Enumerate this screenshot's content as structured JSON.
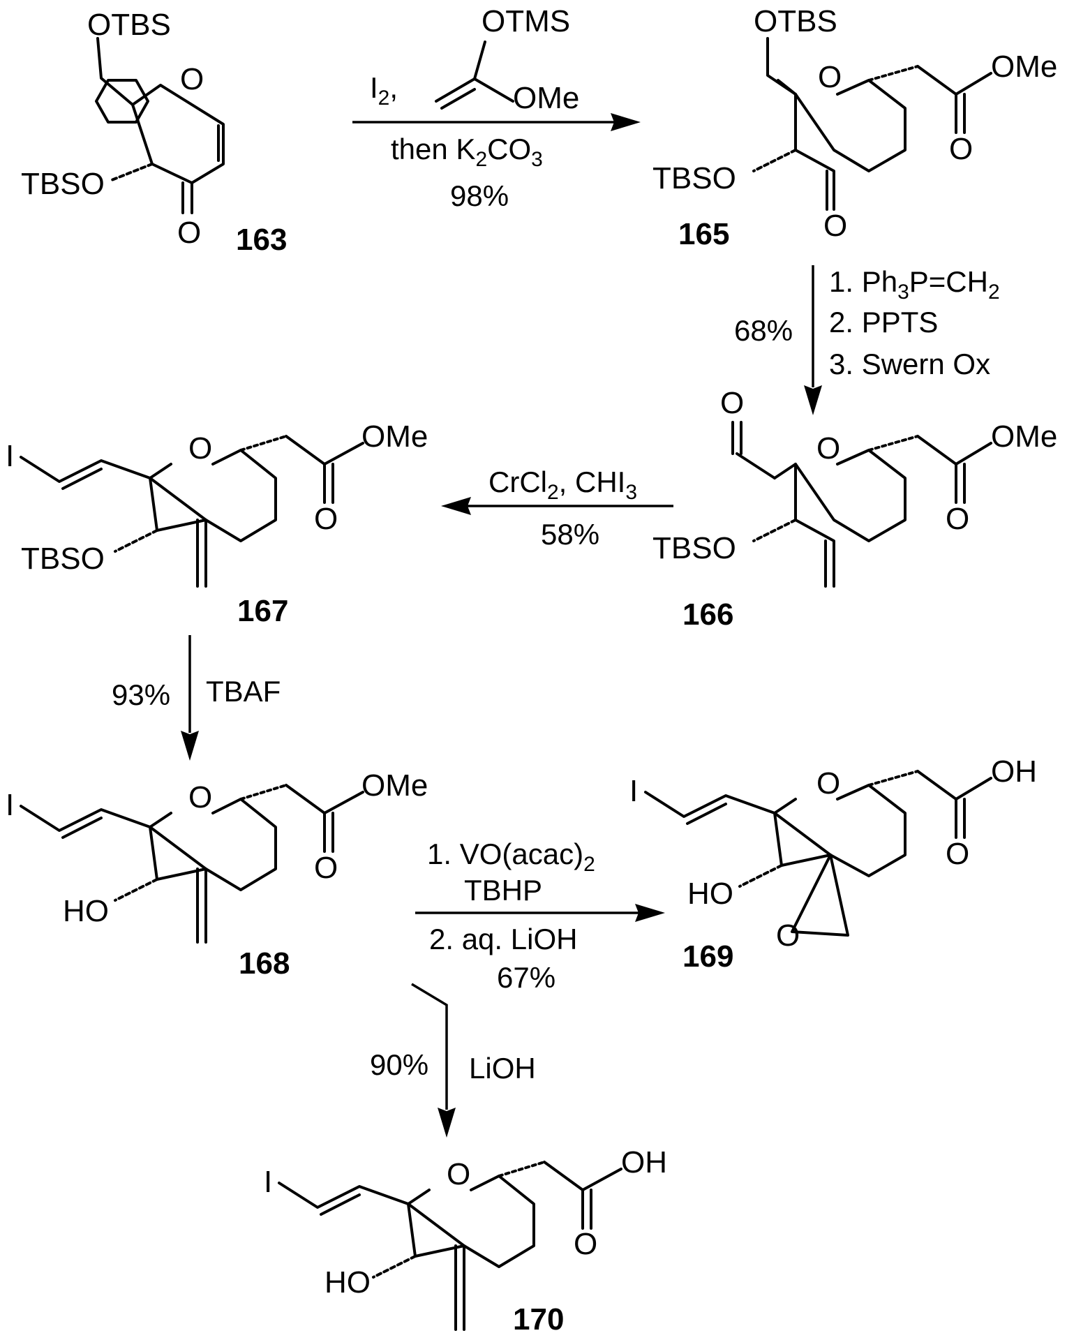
{
  "compounds": [
    {
      "id": "163"
    },
    {
      "id": "165"
    },
    {
      "id": "166"
    },
    {
      "id": "167"
    },
    {
      "id": "168"
    },
    {
      "id": "169"
    },
    {
      "id": "170"
    }
  ],
  "atoms": {
    "otbs": "OTBS",
    "tbso": "TBSO",
    "o": "O",
    "ome": "OMe",
    "oh": "OH",
    "ho": "HO",
    "i": "I",
    "otms": "OTMS"
  },
  "steps": {
    "s1": {
      "reagent_a": "I",
      "reagent_a_sub": "2",
      "reagent_a_tail": ",",
      "line2_a": "then K",
      "line2_sub1": "2",
      "line2_b": "CO",
      "line2_sub2": "3",
      "yield": "98%"
    },
    "s2": {
      "line1_a": "1. Ph",
      "line1_sub1": "3",
      "line1_b": "P=CH",
      "line1_sub2": "2",
      "line2": "2. PPTS",
      "line3": "3. Swern Ox",
      "yield": "68%"
    },
    "s3": {
      "line1_a": "CrCl",
      "line1_sub1": "2",
      "line1_b": ", CHI",
      "line1_sub2": "3",
      "yield": "58%"
    },
    "s4": {
      "reagent": "TBAF",
      "yield": "93%"
    },
    "s5": {
      "line1_a": "1. VO(acac)",
      "line1_sub": "2",
      "line2": "TBHP",
      "line3": "2. aq. LiOH",
      "yield": "67%"
    },
    "s6": {
      "reagent": "LiOH",
      "yield": "90%"
    }
  }
}
